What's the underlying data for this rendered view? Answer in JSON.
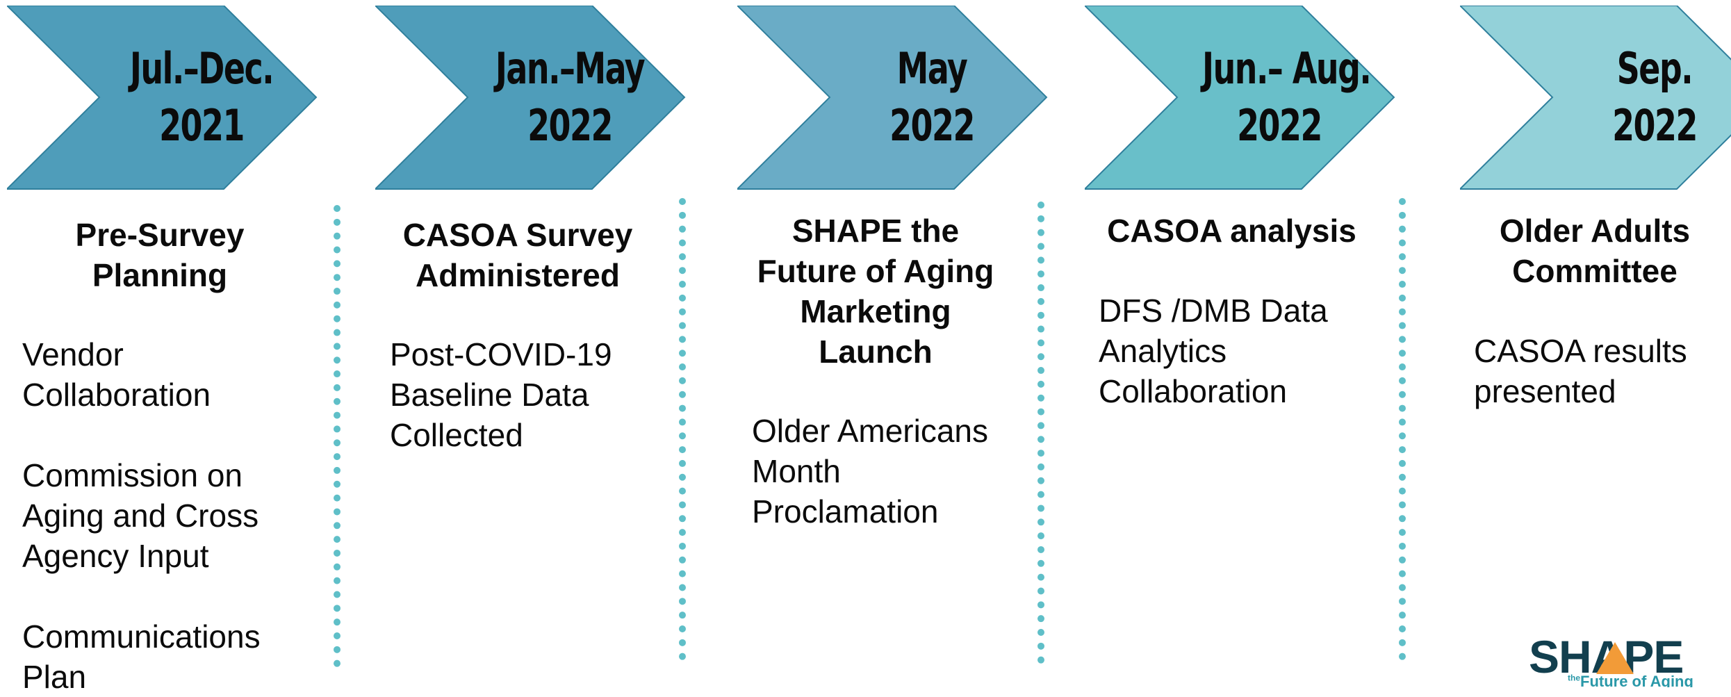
{
  "timeline": [
    {
      "date_line1": "Jul.–Dec.",
      "date_line2": "2021",
      "color": "#4f9dba",
      "title": [
        "Pre-Survey",
        "Planning"
      ],
      "body": [
        [
          "Vendor",
          "Collaboration"
        ],
        [
          "Commission on",
          "Aging and Cross",
          "Agency Input"
        ],
        [
          "Communications",
          "Plan"
        ]
      ]
    },
    {
      "date_line1": "Jan.–May",
      "date_line2": "2022",
      "color": "#4f9dba",
      "title": [
        "CASOA Survey",
        "Administered"
      ],
      "body": [
        [
          "Post-COVID-19",
          "Baseline Data",
          "Collected"
        ]
      ]
    },
    {
      "date_line1": "May",
      "date_line2": "2022",
      "color": "#6aacc6",
      "title": [
        "SHAPE the",
        "Future of Aging",
        "Marketing",
        "Launch"
      ],
      "body": [
        [
          "Older Americans",
          "Month",
          "Proclamation"
        ]
      ]
    },
    {
      "date_line1": "Jun.– Aug.",
      "date_line2": "2022",
      "color": "#69bfc9",
      "title": [
        "CASOA analysis"
      ],
      "body": [
        [
          "DFS /DMB Data",
          "Analytics",
          "Collaboration"
        ]
      ]
    },
    {
      "date_line1": "Sep.",
      "date_line2": "2022",
      "color": "#93d1d9",
      "title": [
        "Older Adults",
        "Committee"
      ],
      "body": [
        [
          "CASOA results",
          "presented"
        ]
      ]
    }
  ],
  "logo": {
    "word": "SHAPE",
    "tagline_prefix": "the",
    "tagline": "Future of Aging"
  },
  "colors": {
    "divider": "#5fbfc8",
    "chevron_stroke": "#2f7f9c",
    "logo_navy": "#123f4e",
    "logo_orange": "#f29b38",
    "logo_teal": "#2a98a8"
  }
}
